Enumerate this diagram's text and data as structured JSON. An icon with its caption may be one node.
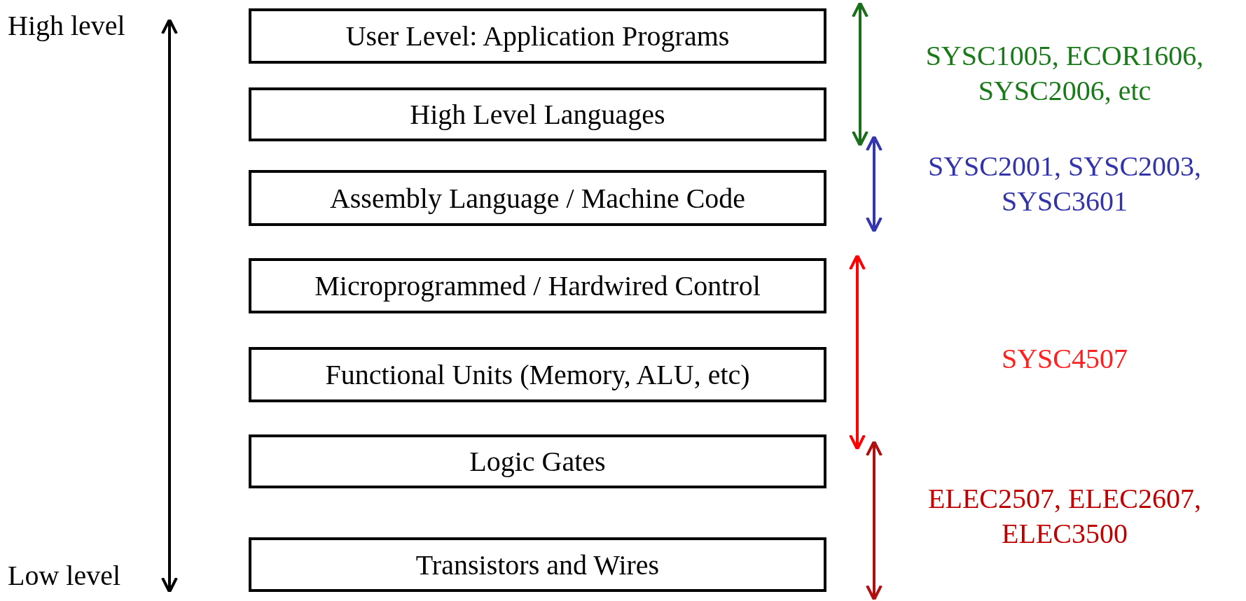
{
  "diagram": {
    "nodes": [
      {
        "text": [
          "User Level: Application Programs"
        ]
      },
      {
        "text": [
          "High Level Languages"
        ]
      },
      {
        "text": [
          "Assembly Language / Machine Code"
        ]
      },
      {
        "text": [
          "Microprogrammed / Hardwired Control"
        ]
      },
      {
        "text": [
          "Functional Units (Memory, ALU, etc)"
        ]
      },
      {
        "text": [
          "Logic Gates"
        ]
      },
      {
        "text": [
          "Transistors and Wires"
        ]
      }
    ],
    "edges": [],
    "labels": [
      "High level",
      "Low level",
      "SYSC1005, ECOR1606, SYSC2006, etc",
      "SYSC2001, SYSC2003, SYSC3601",
      "SYSC4507",
      "ELEC2507, ELEC2607, ELEC3500"
    ]
  }
}
